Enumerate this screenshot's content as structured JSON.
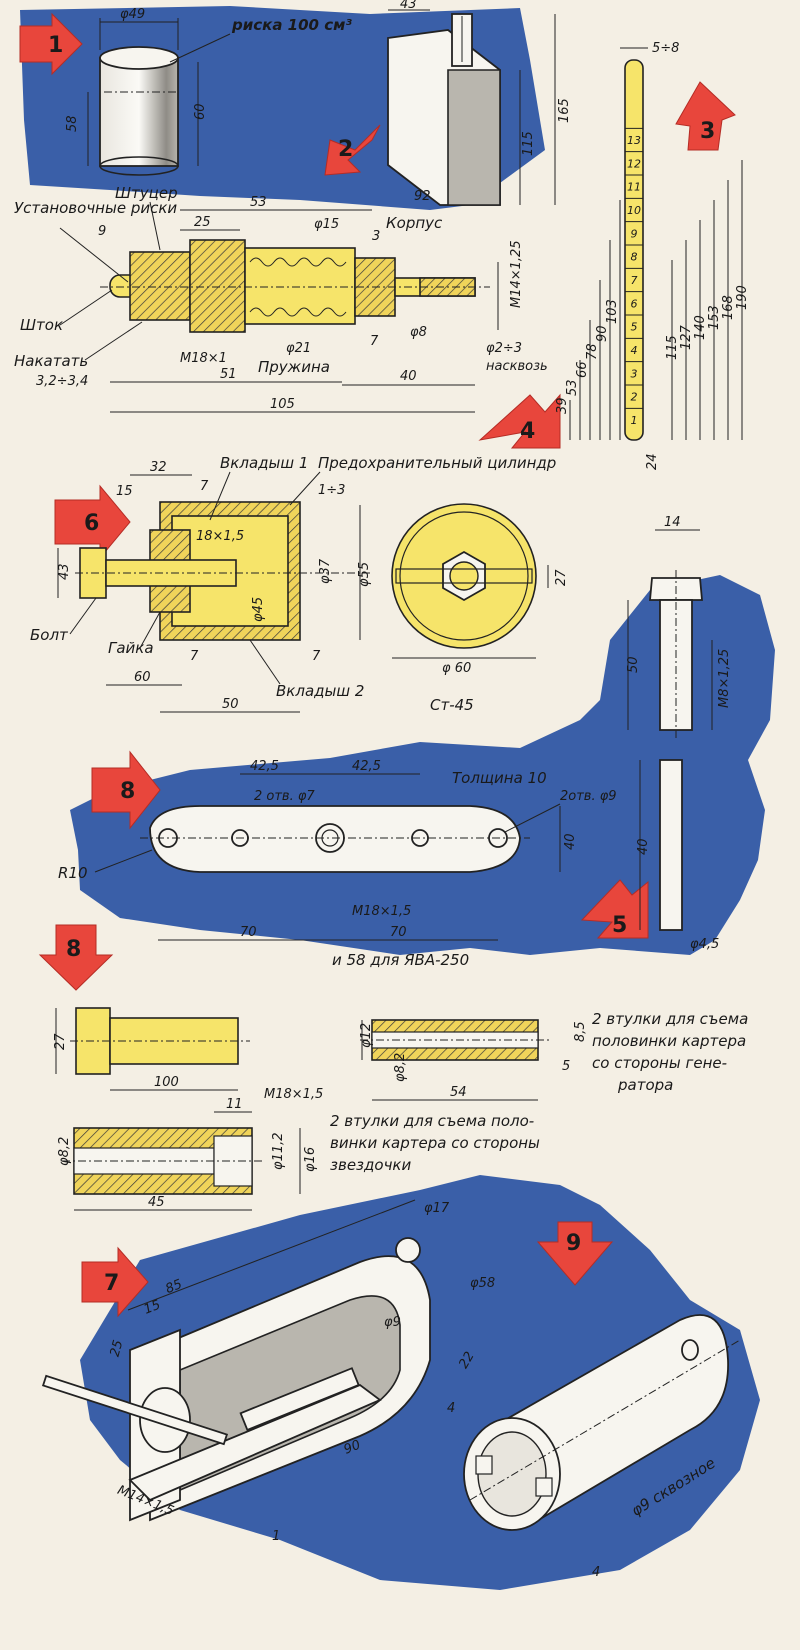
{
  "markers": [
    "1",
    "2",
    "3",
    "4",
    "5",
    "6",
    "7",
    "8",
    "8",
    "9"
  ],
  "part1": {
    "dia": "φ49",
    "mark": "риска 100 см³",
    "h1": "58",
    "h2": "60"
  },
  "part2": {
    "top": "43",
    "h_total": "165",
    "h_inner": "115",
    "bottom": "92"
  },
  "part3": {
    "width": "5÷8",
    "scale": [
      "1",
      "2",
      "3",
      "4",
      "5",
      "6",
      "7",
      "8",
      "9",
      "10",
      "11",
      "12",
      "13"
    ],
    "left_dims": [
      "39",
      "53",
      "66",
      "78",
      "90",
      "103"
    ],
    "right_dims": [
      "115",
      "127",
      "140",
      "153",
      "168",
      "190"
    ],
    "bottom": "24"
  },
  "part4": {
    "shtutser": "Штуцер",
    "risks": "Установочные риски",
    "d9": "9",
    "d53": "53",
    "d25": "25",
    "d15": "φ15",
    "d3": "3",
    "korpus": "Корпус",
    "m14": "M14×1,25",
    "shtok": "Шток",
    "nakatat": "Накатать",
    "nak_val": "3,2÷3,4",
    "m18": "M18×1",
    "d21": "φ21",
    "pruzhina": "Пружина",
    "d7": "7",
    "d8": "φ8",
    "d23": "φ2÷3",
    "naskvoz": "насквозь",
    "d51": "51",
    "d40": "40",
    "d105": "105"
  },
  "part6": {
    "vkladysh1": "Вкладыш 1",
    "cyl": "Предохранительный цилиндр",
    "d32": "32",
    "d15": "15",
    "d7a": "7",
    "d13": "1÷3",
    "m18": "18×1,5",
    "d43": "43",
    "d37": "φ37",
    "d55": "φ55",
    "d45": "φ45",
    "bolt": "Болт",
    "gaika": "Гайка",
    "d7b": "7",
    "d7c": "7",
    "d60": "60",
    "d50": "50",
    "vkladysh2": "Вкладыш 2",
    "disc_d": "φ 60",
    "disc_27": "27",
    "steel": "Ст-45"
  },
  "part5": {
    "d14": "14",
    "d50": "50",
    "m8": "M8×1,25",
    "d40": "40",
    "d45": "φ4,5"
  },
  "part8": {
    "d425a": "42,5",
    "d425b": "42,5",
    "thick": "Толщина 10",
    "holes7": "2 отв. φ7",
    "holes9": "2отв. φ9",
    "r10": "R10",
    "d40": "40",
    "m18": "M18×1,5",
    "d70a": "70",
    "d70b": "70",
    "note": "и 58 для ЯВА-250"
  },
  "bolt8": {
    "d27": "27",
    "d100": "100",
    "m18": "M18×1,5"
  },
  "sleeve1": {
    "d12": "φ12",
    "d82": "φ8,2",
    "d85": "8,5",
    "d5": "5",
    "d54": "54",
    "text": [
      "2 втулки для съема",
      "половинки картера",
      "со стороны гене-",
      "ратора"
    ]
  },
  "sleeve2": {
    "d11": "11",
    "d82": "φ8,2",
    "d112": "φ11,2",
    "d16": "φ16",
    "d45": "45",
    "text": [
      "2 втулки для съема поло-",
      "винки картера со стороны",
      "звездочки"
    ]
  },
  "part7": {
    "d85": "85",
    "d15": "15",
    "d25": "25",
    "d90": "90",
    "d9": "φ9",
    "d1": "1",
    "m14": "M14×1,5",
    "d17": "φ17"
  },
  "part9": {
    "d58": "φ58",
    "d22": "22",
    "d4a": "4",
    "d4b": "4",
    "hole": "φ9 сквозное"
  }
}
